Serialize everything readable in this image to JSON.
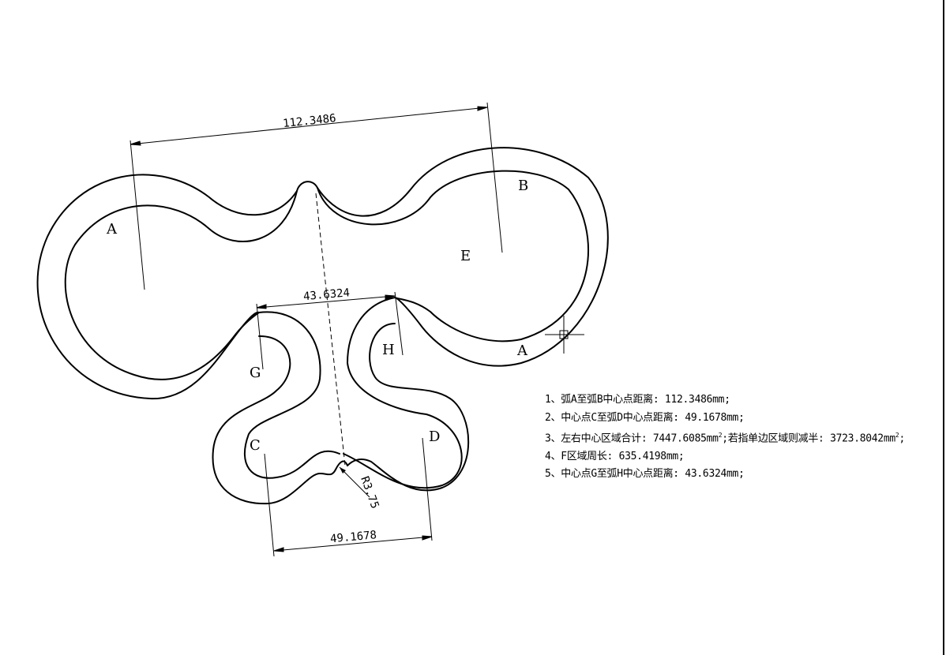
{
  "labels": {
    "A_left": "A",
    "A_right": "A",
    "B": "B",
    "E": "E",
    "G": "G",
    "H": "H",
    "C": "C",
    "D": "D"
  },
  "dimensions": {
    "AB": "112.3486",
    "GH": "43.6324",
    "CD": "49.1678",
    "radius": "R3.75"
  },
  "notes": [
    {
      "text": "1、弧A至弧B中心点距离: 112.3486mm;",
      "sup": ""
    },
    {
      "text": "2、中心点C至弧D中心点距离: 49.1678mm;",
      "sup": ""
    },
    {
      "text": "3、左右中心区域合计: 7447.6085mm",
      "sup": "2",
      "tail": ";若指单边区域则减半: 3723.8042mm",
      "sup2": "2",
      "tail2": ";"
    },
    {
      "text": "4、F区域周长: 635.4198mm;",
      "sup": ""
    },
    {
      "text": "5、中心点G至弧H中心点距离: 43.6324mm;",
      "sup": ""
    }
  ]
}
